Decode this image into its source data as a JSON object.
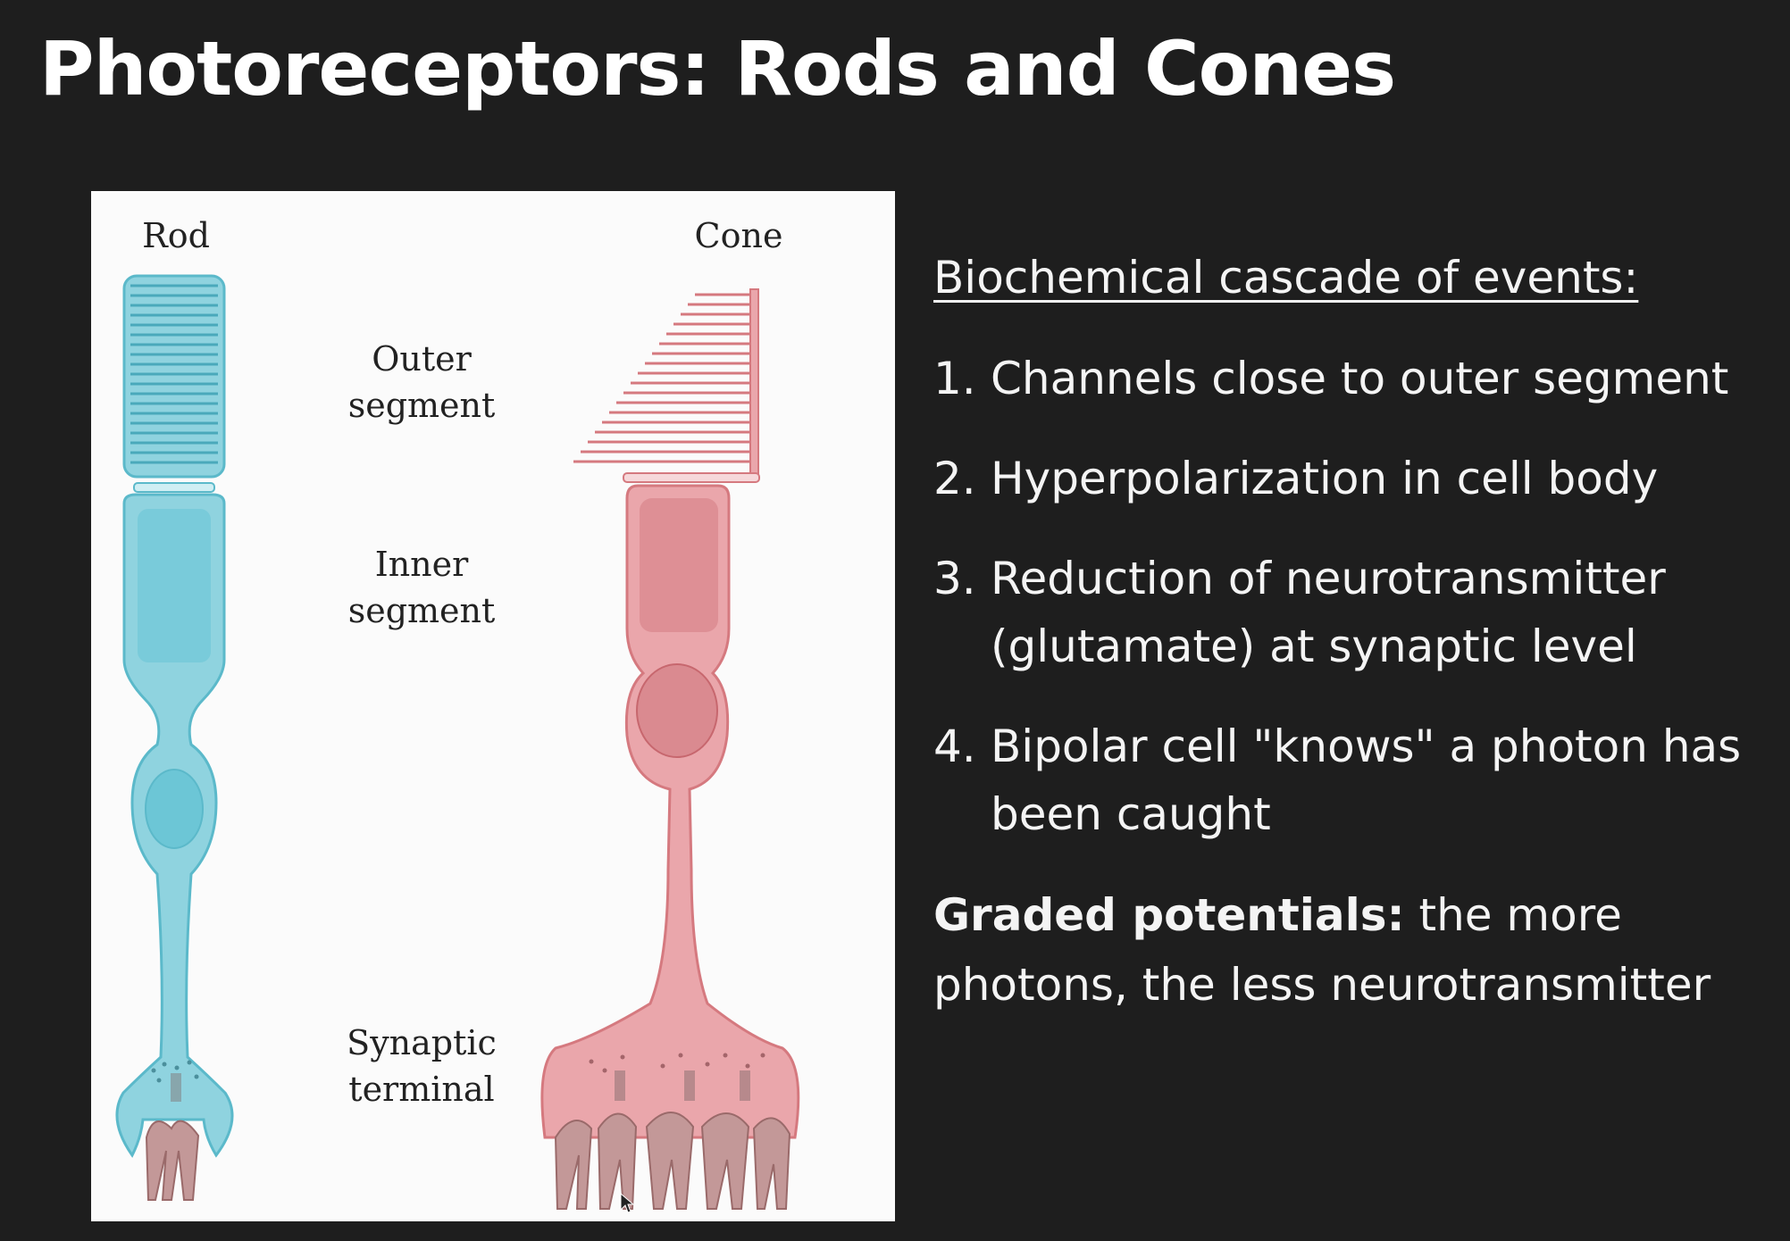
{
  "slide": {
    "title": "Photoreceptors: Rods and Cones"
  },
  "figure": {
    "rod_label": "Rod",
    "cone_label": "Cone",
    "outer_segment_label": "Outer\nsegment",
    "inner_segment_label": "Inner\nsegment",
    "synaptic_terminal_label": "Synaptic\nterminal",
    "colors": {
      "rod": "#8fd3df",
      "rod_dark": "#5bb9ca",
      "cone": "#eaa6ab",
      "cone_dark": "#d5797f",
      "bipolar": "#b98a8a"
    }
  },
  "content": {
    "heading": "Biochemical cascade of events:",
    "steps": [
      {
        "num": "1.",
        "text": "Channels close to outer segment"
      },
      {
        "num": "2.",
        "text": "Hyperpolarization in cell body"
      },
      {
        "num": "3.",
        "text": "Reduction of neurotransmitter (glutamate) at synaptic level"
      },
      {
        "num": "4.",
        "text": "Bipolar cell \"knows\" a photon has been caught"
      }
    ],
    "graded_bold": "Graded potentials:",
    "graded_text": " the more photons, the less neurotransmitter"
  }
}
